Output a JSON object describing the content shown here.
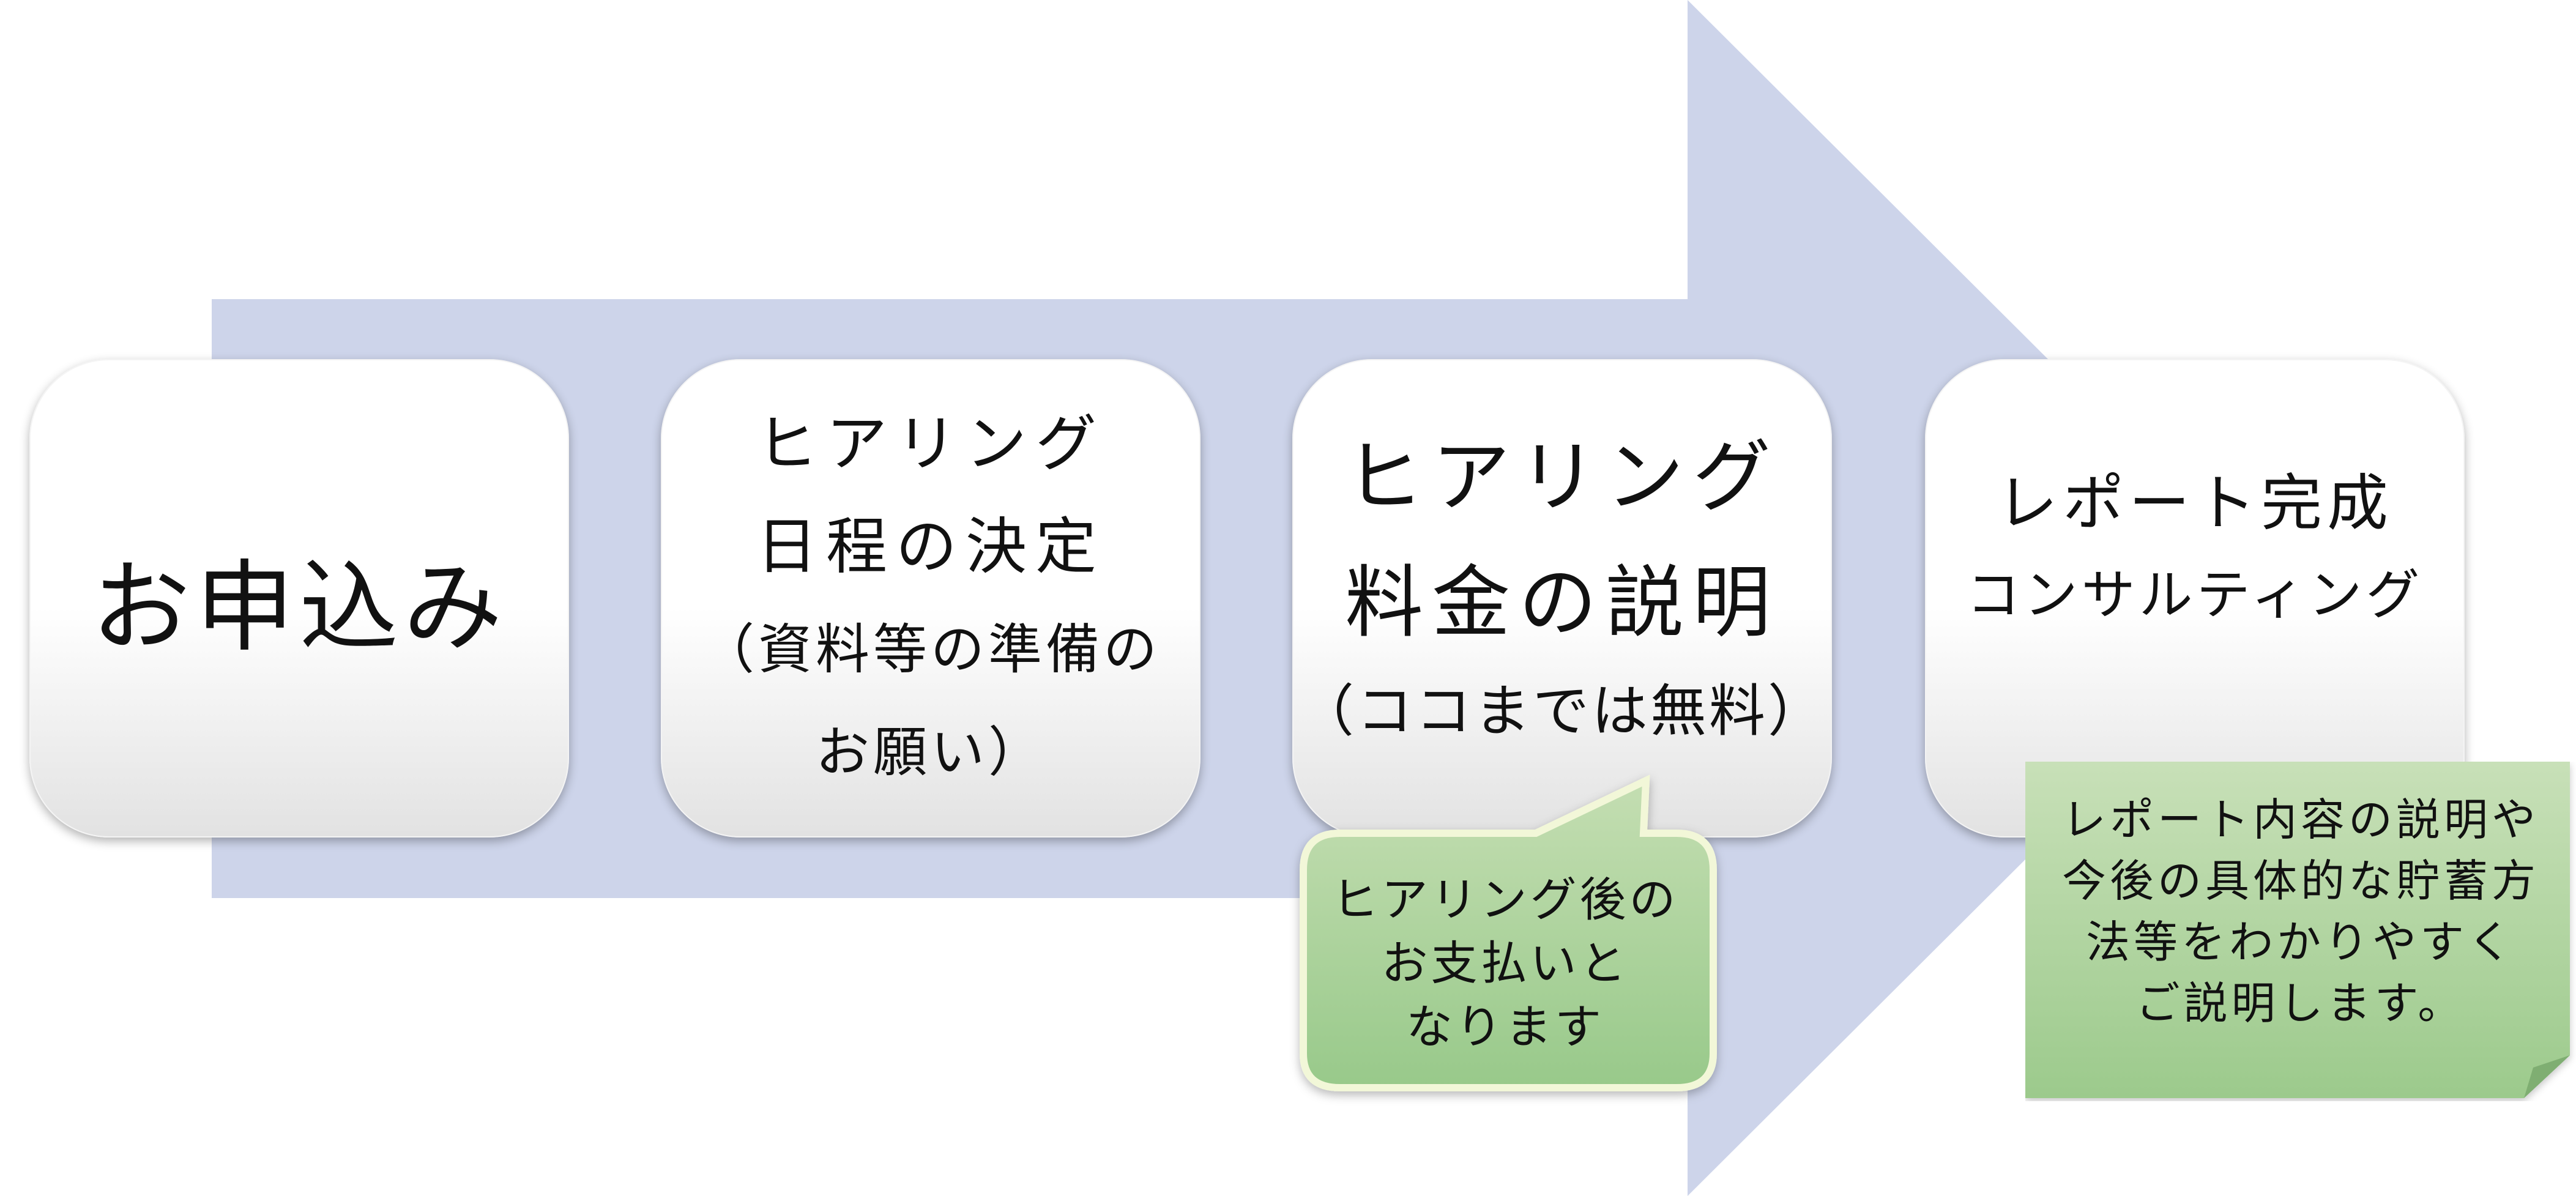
{
  "colors": {
    "arrow_fill": "#cdd4ea",
    "box_top": "#ffffff",
    "box_bottom": "#e2e2e2",
    "callout_fill_top": "#c4deb2",
    "callout_fill_bottom": "#98c98a",
    "callout_border": "#f2f7d8",
    "note_fill_top": "#c8e0b8",
    "note_fill_bottom": "#9cca8c"
  },
  "steps": [
    {
      "lines": [
        "お申込み"
      ]
    },
    {
      "lines": [
        "ヒアリング",
        "日程の決定",
        "（資料等の準備の",
        "お願い）"
      ]
    },
    {
      "lines": [
        "ヒアリング",
        "料金の説明",
        "（ココまでは無料）"
      ]
    },
    {
      "lines": [
        "レポート完成",
        "コンサルティング"
      ]
    }
  ],
  "callout": {
    "lines": [
      "ヒアリング後の",
      "お支払いと",
      "なります"
    ]
  },
  "note": {
    "lines": [
      "レポート内容の説明や",
      "今後の具体的な貯蓄方",
      "法等をわかりやすく",
      "ご説明します。"
    ]
  }
}
